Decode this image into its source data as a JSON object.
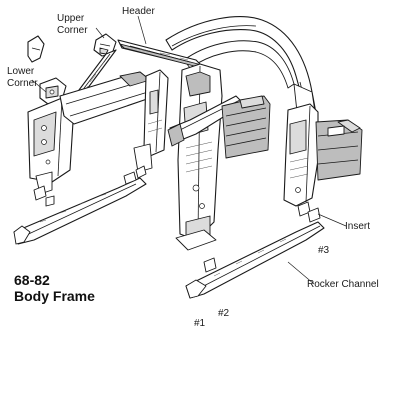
{
  "title": {
    "line1": "68-82",
    "line2": "Body Frame"
  },
  "callouts": {
    "header": "Header",
    "upper_corner_1": "Upper",
    "upper_corner_2": "Corner",
    "lower_corner_1": "Lower",
    "lower_corner_2": "Corner",
    "insert": "Insert",
    "rocker_channel": "Rocker Channel",
    "num_1": "#1",
    "num_2": "#2",
    "num_3": "#3"
  },
  "colors": {
    "line": "#1a1a1a",
    "shade_dark": "#bdbdbd",
    "shade_mid": "#dcdcdc",
    "background": "#ffffff"
  }
}
